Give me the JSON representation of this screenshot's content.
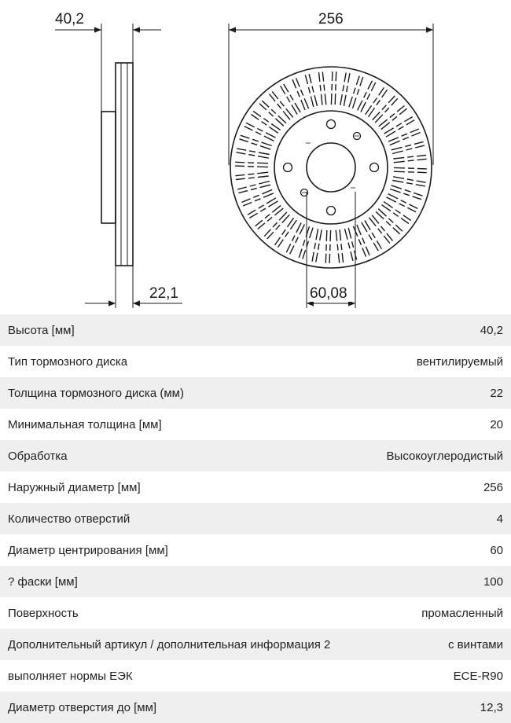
{
  "drawing": {
    "dim_height": "40,2",
    "dim_diameter": "256",
    "dim_thickness": "22,1",
    "dim_center": "60,08"
  },
  "specs": [
    {
      "label": "Высота [мм]",
      "value": "40,2"
    },
    {
      "label": "Тип тормозного диска",
      "value": "вентилируемый"
    },
    {
      "label": "Толщина тормозного диска (мм)",
      "value": "22"
    },
    {
      "label": "Минимальная толщина [мм]",
      "value": "20"
    },
    {
      "label": "Обработка",
      "value": "Высокоуглеродистый"
    },
    {
      "label": "Наружный диаметр [мм]",
      "value": "256"
    },
    {
      "label": "Количество отверстий",
      "value": "4"
    },
    {
      "label": "Диаметр центрирования [мм]",
      "value": "60"
    },
    {
      "label": "? фаски [мм]",
      "value": "100"
    },
    {
      "label": "Поверхность",
      "value": "промасленный"
    },
    {
      "label": "Дополнительный артикул / дополнительная информация 2",
      "value": "с винтами"
    },
    {
      "label": "выполняет нормы ЕЭК",
      "value": "ECE-R90"
    },
    {
      "label": "Диаметр отверстия до [мм]",
      "value": "12,3"
    }
  ]
}
